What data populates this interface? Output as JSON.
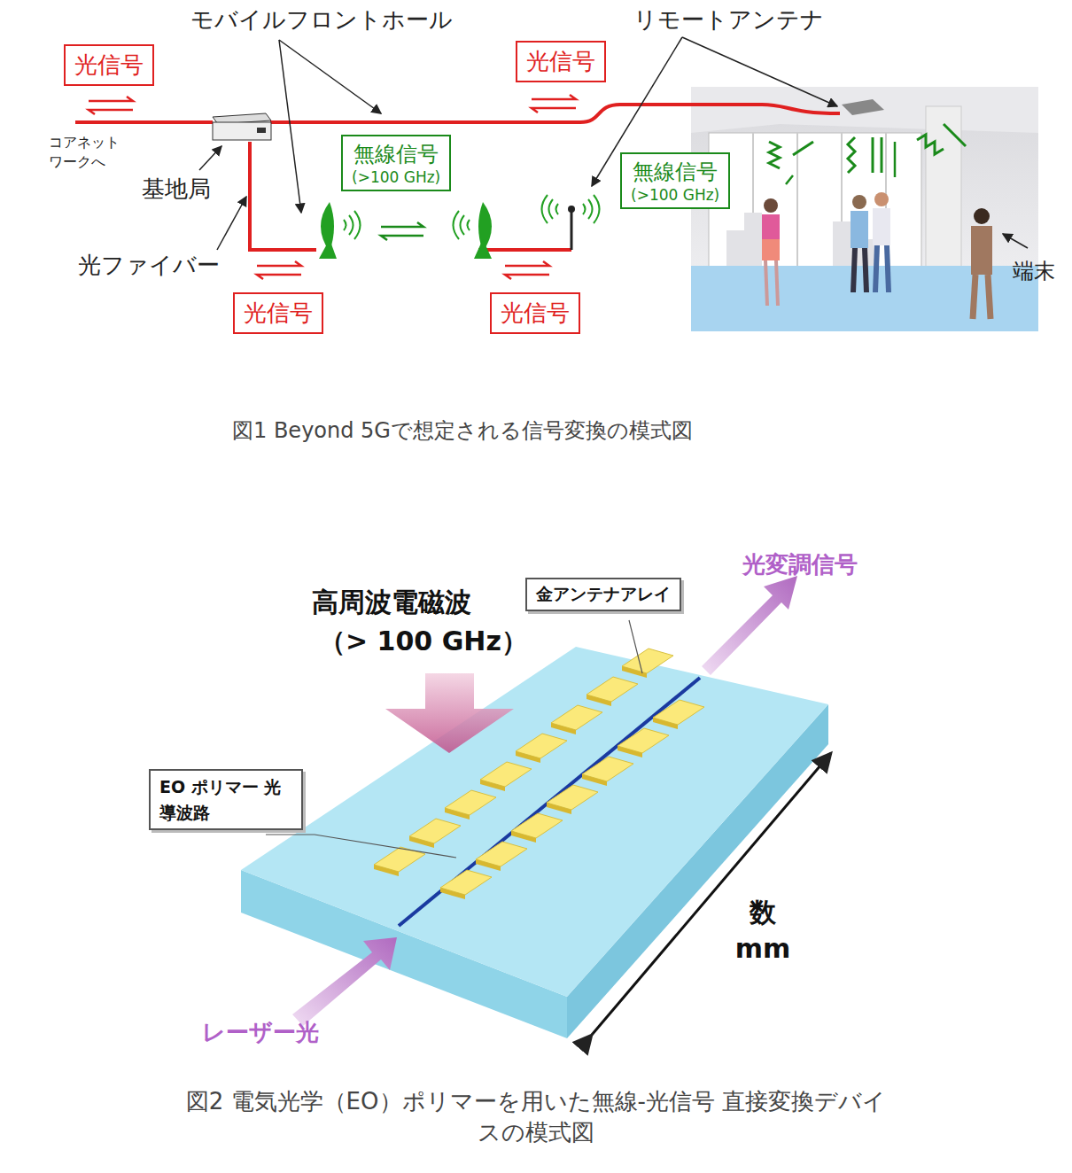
{
  "diagram": {
    "nodes": [
      {
        "text": [
          "光信号"
        ]
      },
      {
        "text": [
          "光信号"
        ]
      },
      {
        "text": [
          "無線信号",
          "(>100 GHz)"
        ]
      },
      {
        "text": [
          "無線信号",
          "(>100 GHz)"
        ]
      },
      {
        "text": [
          "光信号"
        ]
      },
      {
        "text": [
          "光信号"
        ]
      },
      {
        "text": [
          "金アンテナアレイ"
        ]
      },
      {
        "text": [
          "EO ポリマー 光導波路"
        ]
      }
    ],
    "labels": [
      "モバイルフロントホール",
      "リモートアンテナ",
      "コアネット ワークへ",
      "基地局",
      "光ファイバー",
      "端末",
      "図1 Beyond 5Gで想定される信号変換の模式図",
      "高周波電磁波",
      "（> 100 GHz）",
      "光変調信号",
      "レーザー光",
      "数 mm",
      "図2 電気光学（EO）ポリマーを用いた無線-光信号 直接変換デバイスの模式図"
    ]
  }
}
